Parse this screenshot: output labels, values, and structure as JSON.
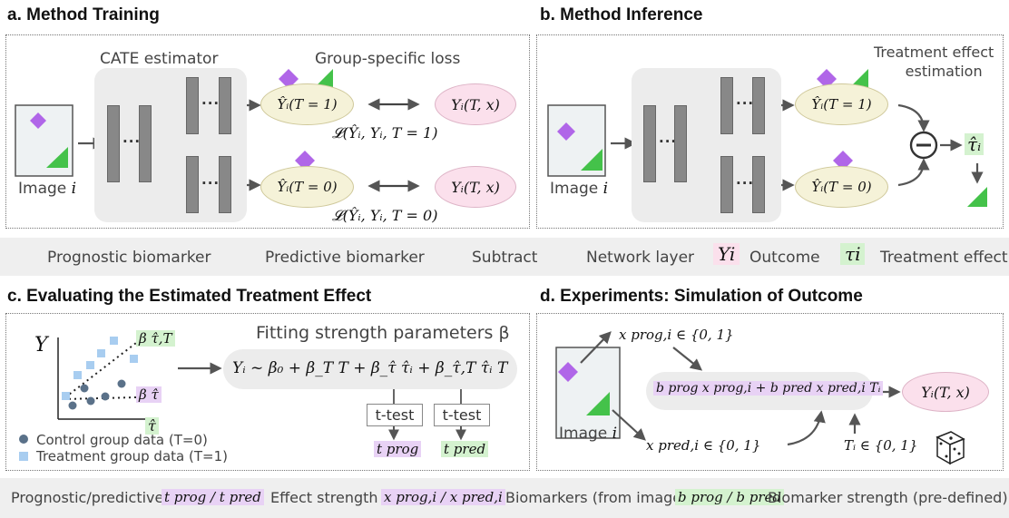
{
  "sections": {
    "a": {
      "title": "a. Method Training",
      "cate_label": "CATE estimator",
      "loss_label": "Group-specific loss",
      "image_label": "Image",
      "image_var": "i",
      "y1": "Ŷᵢ(T = 1)",
      "y0": "Ŷᵢ(T = 0)",
      "yt1": "Yᵢ(T, x)",
      "yt0": "Yᵢ(T, x)",
      "loss1": "𝓛(Ŷᵢ, Yᵢ, T = 1)",
      "loss0": "𝓛(Ŷᵢ, Yᵢ, T = 0)",
      "dots": "···"
    },
    "b": {
      "title": "b. Method Inference",
      "effect_label_1": "Treatment effect",
      "effect_label_2": "estimation",
      "image_label": "Image",
      "image_var": "i",
      "y1": "Ŷᵢ(T = 1)",
      "y0": "Ŷᵢ(T = 0)",
      "tau": "τ̂ᵢ",
      "dots": "···"
    },
    "c": {
      "title": "c. Evaluating the Estimated Treatment Effect",
      "y_axis": "Y",
      "x_axis": "τ̂",
      "beta_tt": "β τ̂,T",
      "beta_t": "β τ̂",
      "control_legend": "Control group data (T=0)",
      "treatment_legend": "Treatment group data (T=1)",
      "fit_label": "Fitting strength parameters β",
      "equation": "Yᵢ ~ β₀ + β_T T + β_τ̂ τ̂ᵢ + β_τ̂,T τ̂ᵢ T",
      "ttest1": "t-test",
      "ttest2": "t-test",
      "tprog": "t prog",
      "tpred": "t pred"
    },
    "d": {
      "title": "d. Experiments: Simulation of Outcome",
      "image_label": "Image",
      "image_var": "i",
      "xprog": "x prog,i ∈ {0, 1}",
      "xpred": "x pred,i ∈ {0, 1}",
      "formula": "b prog x prog,i + b pred x pred,i Tᵢ",
      "ti": "Tᵢ ∈ {0, 1}",
      "outcome": "Yᵢ(T, x)"
    }
  },
  "legend": {
    "prognostic": "Prognostic biomarker",
    "predictive": "Predictive biomarker",
    "subtract": "Subtract",
    "network": "Network layer",
    "outcome_sym": "Yi",
    "outcome": "Outcome",
    "effect_sym": "τi",
    "effect": "Treatment effect"
  },
  "bottom": {
    "lead": "Prognostic/predictive:",
    "t_pair": "t prog / t pred",
    "t_desc": "Effect strength",
    "x_pair": "x prog,i / x pred,i",
    "x_desc": "Biomarkers (from image)",
    "b_pair": "b prog / b pred",
    "b_desc": "Biomarker strength (pre-defined)"
  },
  "colors": {
    "purple": "#b066e8",
    "green": "#44c24a",
    "layer": "#888888",
    "panel_border": "#777777"
  }
}
